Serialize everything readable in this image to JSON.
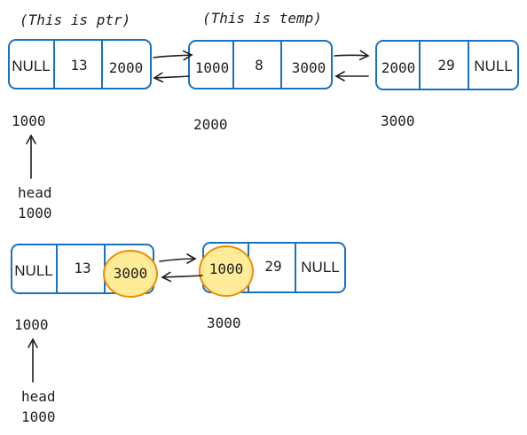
{
  "colors": {
    "node_border": "#1971c2",
    "highlight_fill": "#ffec99",
    "highlight_stroke": "#f08c00",
    "ink": "#1e1e1e"
  },
  "top": {
    "label_ptr": "(This is ptr)",
    "label_temp": "(This is temp)",
    "node1": {
      "prev": "NULL",
      "value": "13",
      "next": "2000",
      "address": "1000"
    },
    "node2": {
      "prev": "1000",
      "value": "8",
      "next": "3000",
      "address": "2000"
    },
    "node3": {
      "prev": "2000",
      "value": "29",
      "next": "NULL",
      "address": "3000"
    },
    "head": {
      "label": "head",
      "value": "1000"
    }
  },
  "bottom": {
    "node1": {
      "prev": "NULL",
      "value": "13",
      "next": "3000",
      "address": "1000"
    },
    "node2": {
      "prev": "1000",
      "value": "29",
      "next": "NULL",
      "address": "3000"
    },
    "head": {
      "label": "head",
      "value": "1000"
    }
  }
}
